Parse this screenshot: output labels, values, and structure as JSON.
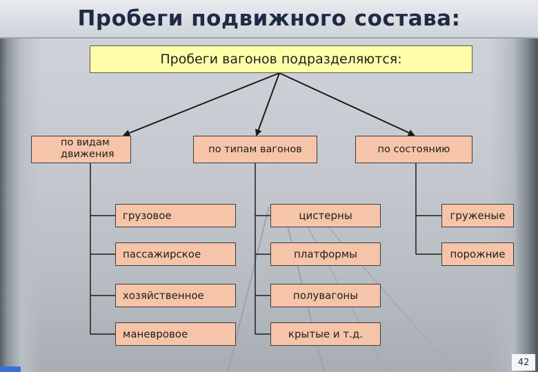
{
  "title": "Пробеги подвижного состава:",
  "root": "Пробеги вагонов подразделяются:",
  "categories": [
    {
      "label": "по видам движения",
      "items": [
        "грузовое",
        "пассажирское",
        "хозяйственное",
        "маневровое"
      ]
    },
    {
      "label": "по типам вагонов",
      "items": [
        "цистерны",
        "платформы",
        "полувагоны",
        "крытые и т.д."
      ]
    },
    {
      "label": "по состоянию",
      "items": [
        "груженые",
        "порожние"
      ]
    }
  ],
  "page_number": "42",
  "colors": {
    "root_fill": "#ffffaa",
    "box_fill": "#f6c4a8",
    "title_text": "#1f2a44",
    "line": "#1a1a1a"
  }
}
